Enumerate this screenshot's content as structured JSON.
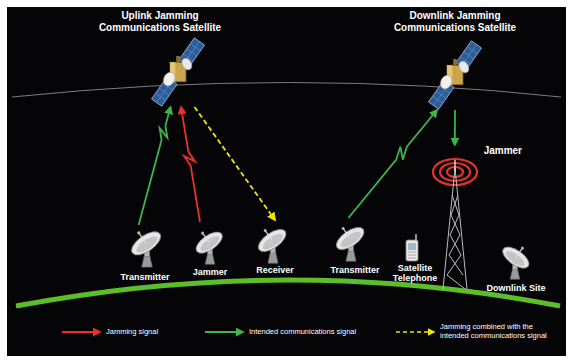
{
  "diagram": {
    "nodes": [
      {
        "text": [
          "Uplink Jamming Communications Satellite"
        ]
      },
      {
        "text": [
          "Transmitter"
        ]
      },
      {
        "text": [
          "Jammer"
        ]
      },
      {
        "text": [
          "Receiver"
        ]
      },
      {
        "text": [
          "Downlink Jamming Communications Satellite"
        ]
      },
      {
        "text": [
          "Transmitter"
        ]
      },
      {
        "text": [
          "Satellite Telephone"
        ]
      },
      {
        "text": [
          "Jammer"
        ]
      },
      {
        "text": [
          "Downlink Site"
        ]
      }
    ],
    "edges": [
      {
        "from": 1,
        "to": 0,
        "arrow": "to"
      },
      {
        "from": 2,
        "to": 0,
        "arrow": "to"
      },
      {
        "from": 0,
        "to": 3,
        "arrow": "to"
      },
      {
        "from": 5,
        "to": 4,
        "arrow": "to"
      },
      {
        "from": 4,
        "to": 7,
        "arrow": "to"
      }
    ],
    "legend": [
      {
        "text": "Jamming signal"
      },
      {
        "text": "Intended communications signal"
      },
      {
        "text": "Jamming combined with the intended communications signal"
      }
    ]
  }
}
